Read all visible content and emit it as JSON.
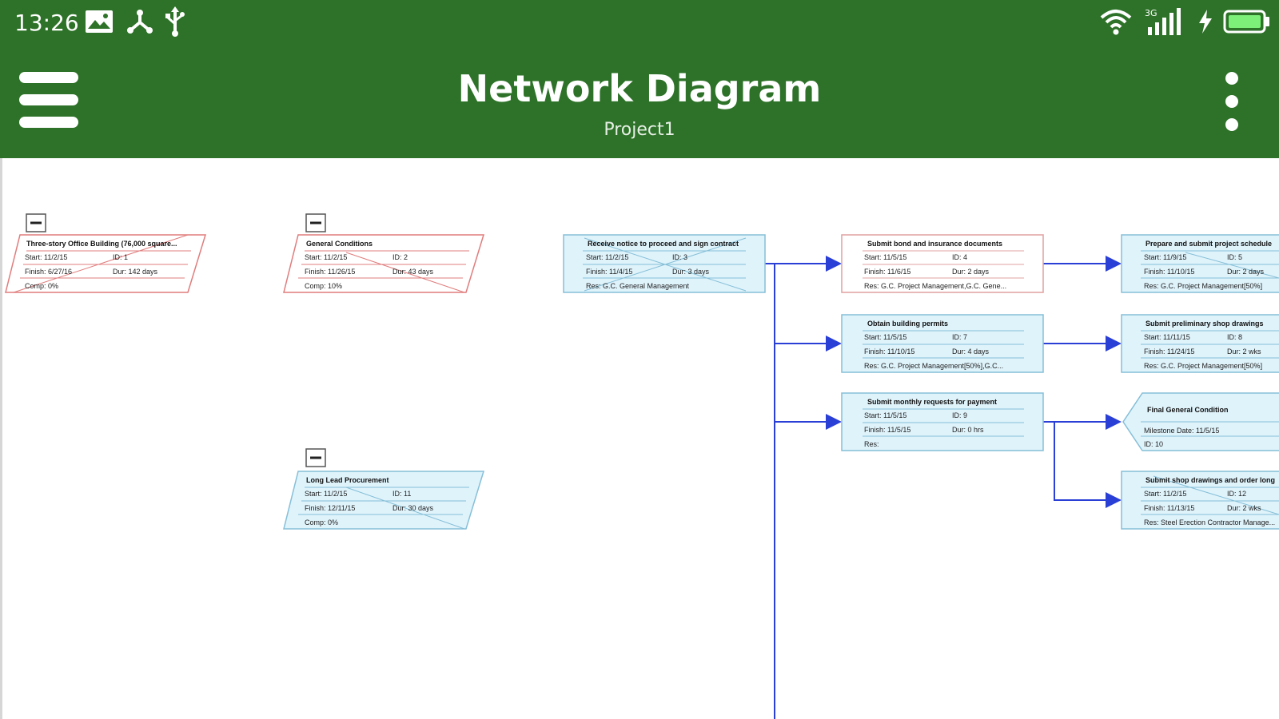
{
  "status_bar": {
    "time": "13:26",
    "left_icons": [
      "image-icon",
      "network-share-icon",
      "usb-icon"
    ],
    "right_icons": [
      "wifi-icon",
      "cellular-signal-icon",
      "charging-icon",
      "battery-icon"
    ],
    "network_type": "3G"
  },
  "app_bar": {
    "title": "Network Diagram",
    "subtitle": "Project1",
    "menu_icon": "hamburger-menu-icon",
    "overflow_icon": "more-vert-icon"
  },
  "colors": {
    "app_bar": "#2d7228",
    "summary_border": "#e07c7c",
    "task_fill": "#dff3fb",
    "task_border": "#86bfd7",
    "critical_border": "#e0a0a0",
    "connector": "#2a3fd6"
  },
  "nodes": [
    {
      "id": "n1",
      "title": "Three-story Office Building (76,000 square...",
      "rows": [
        "Start: 11/2/15",
        "ID: 1",
        "Finish: 6/27/16",
        "Dur: 142 days",
        "Comp: 0%"
      ]
    },
    {
      "id": "n2",
      "title": "General Conditions",
      "rows": [
        "Start: 11/2/15",
        "ID: 2",
        "Finish: 11/26/15",
        "Dur: 43 days",
        "Comp: 10%"
      ]
    },
    {
      "id": "n3",
      "title": "Long Lead Procurement",
      "rows": [
        "Start: 11/2/15",
        "ID: 11",
        "Finish: 12/11/15",
        "Dur: 30 days",
        "Comp: 0%"
      ]
    },
    {
      "id": "n4",
      "title": "Receive notice to proceed and sign contract",
      "rows": [
        "Start: 11/2/15",
        "ID: 3",
        "Finish: 11/4/15",
        "Dur: 3 days",
        "Res: G.C. General Management"
      ]
    },
    {
      "id": "n5",
      "title": "Submit bond and insurance documents",
      "rows": [
        "Start: 11/5/15",
        "ID: 4",
        "Finish: 11/6/15",
        "Dur: 2 days",
        "Res: G.C. Project Management,G.C. Gene..."
      ]
    },
    {
      "id": "n6",
      "title": "Obtain building permits",
      "rows": [
        "Start: 11/5/15",
        "ID: 7",
        "Finish: 11/10/15",
        "Dur: 4 days",
        "Res: G.C. Project Management[50%],G.C..."
      ]
    },
    {
      "id": "n7",
      "title": "Submit monthly requests for payment",
      "rows": [
        "Start: 11/5/15",
        "ID: 9",
        "Finish: 11/5/15",
        "Dur: 0 hrs",
        "Res:"
      ]
    },
    {
      "id": "n8",
      "title": "Prepare and submit project schedule",
      "rows": [
        "Start: 11/9/15",
        "ID: 5",
        "Finish: 11/10/15",
        "Dur: 2 days",
        "Res: G.C. Project Management[50%]"
      ]
    },
    {
      "id": "n9",
      "title": "Submit preliminary shop drawings",
      "rows": [
        "Start: 11/11/15",
        "ID: 8",
        "Finish: 11/24/15",
        "Dur: 2 wks",
        "Res: G.C. Project Management[50%]"
      ]
    },
    {
      "id": "n10",
      "title": "Final General Condition",
      "rows": [
        "Milestone Date: 11/5/15",
        "ID: 10"
      ]
    },
    {
      "id": "n11",
      "title": "Submit shop drawings and order long",
      "rows": [
        "Start: 11/2/15",
        "ID: 12",
        "Finish: 11/13/15",
        "Dur: 2 wks",
        "Res: Steel Erection Contractor Manage..."
      ]
    }
  ],
  "collapse_toggle": {
    "symbol": "−",
    "icon": "collapse-minus-icon"
  }
}
